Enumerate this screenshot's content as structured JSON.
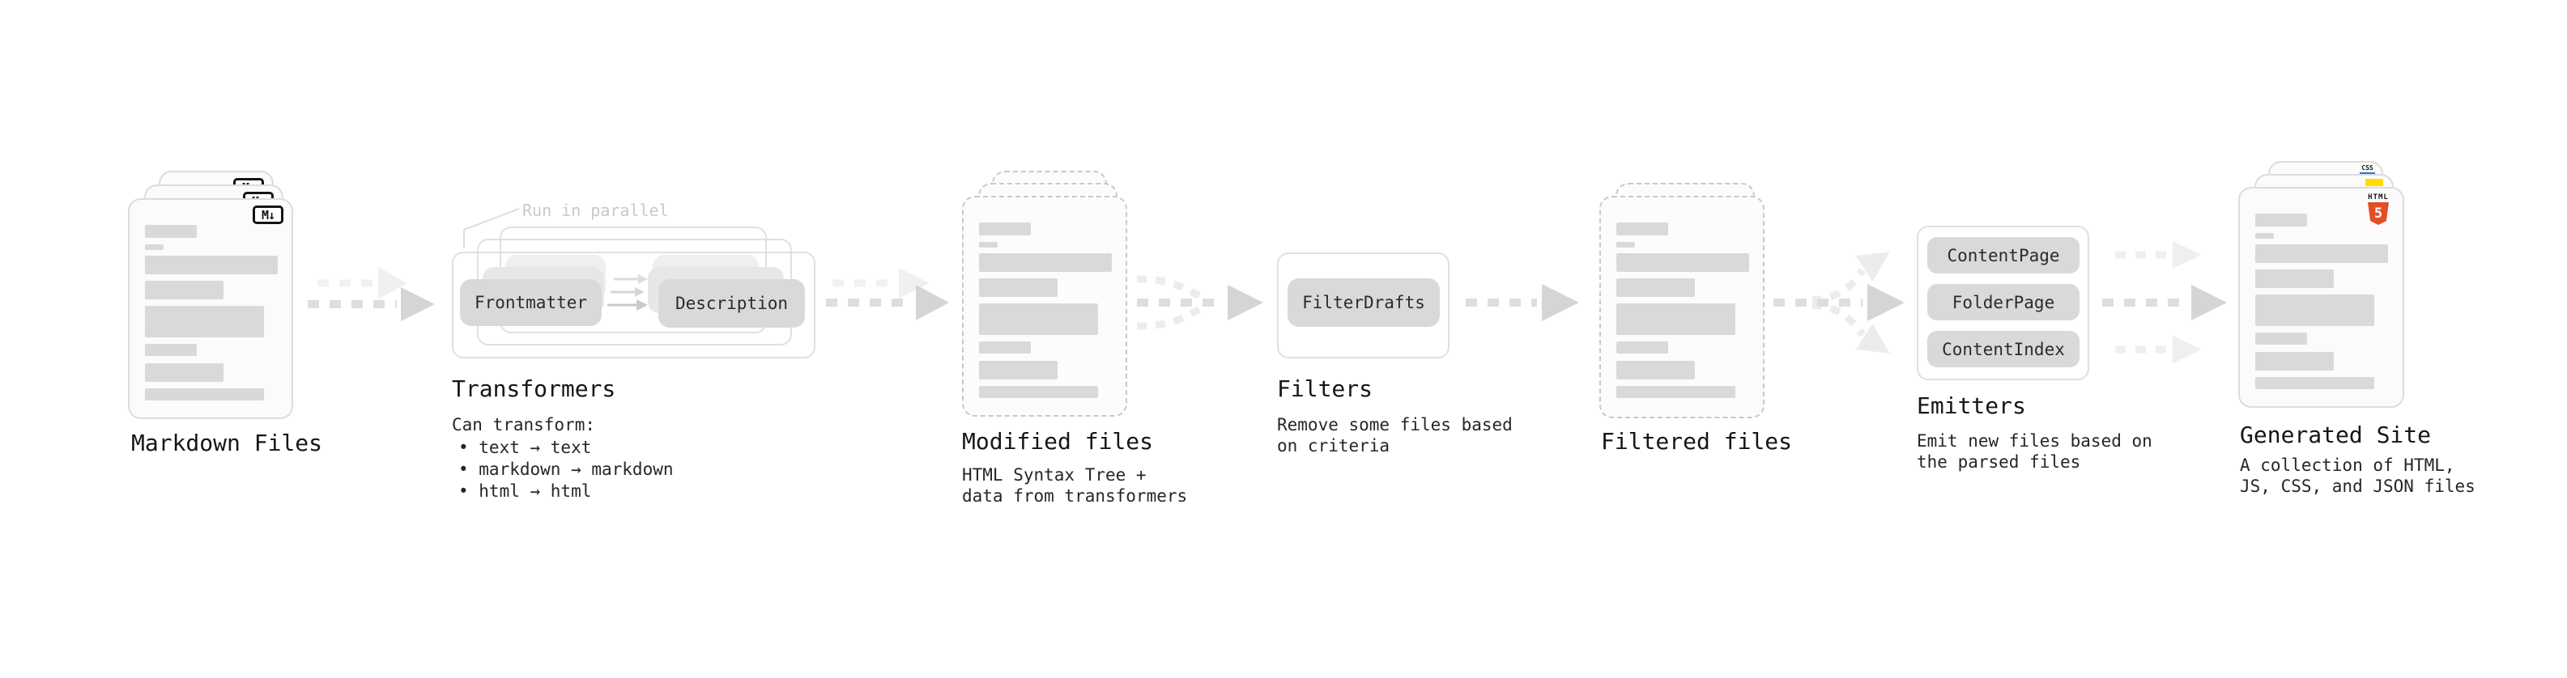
{
  "stages": {
    "markdown": {
      "label": "Markdown Files",
      "badge": "M↓"
    },
    "transformers": {
      "label": "Transformers",
      "note": "Run in parallel",
      "pills": {
        "frontmatter": "Frontmatter",
        "description": "Description"
      },
      "desc_title": "Can transform:",
      "bullets": [
        "• text → text",
        "• markdown → markdown",
        "• html → html"
      ]
    },
    "modified": {
      "label": "Modified files",
      "desc": [
        "HTML Syntax Tree +",
        "data from transformers"
      ]
    },
    "filters": {
      "label": "Filters",
      "pill": "FilterDrafts",
      "desc": [
        "Remove some files based",
        "on criteria"
      ]
    },
    "filtered": {
      "label": "Filtered files"
    },
    "emitters": {
      "label": "Emitters",
      "pills": [
        "ContentPage",
        "FolderPage",
        "ContentIndex"
      ],
      "desc": [
        "Emit new files based on",
        "the parsed files"
      ]
    },
    "generated": {
      "label": "Generated Site",
      "desc": [
        "A collection of HTML,",
        "JS, CSS, and JSON files"
      ],
      "badges": {
        "css": "CSS",
        "html": "HTML",
        "html5": "5"
      }
    }
  },
  "colors": {
    "html5_orange": "#E44D26",
    "js_yellow": "#FFDD00",
    "css_blue": "#2E6BE6",
    "placeholder_gray": "#D9D9D9",
    "pill_gray": "#D9D9D9",
    "note_gray": "#C9C9C9",
    "arrow_gray": "#DEDEDE"
  }
}
